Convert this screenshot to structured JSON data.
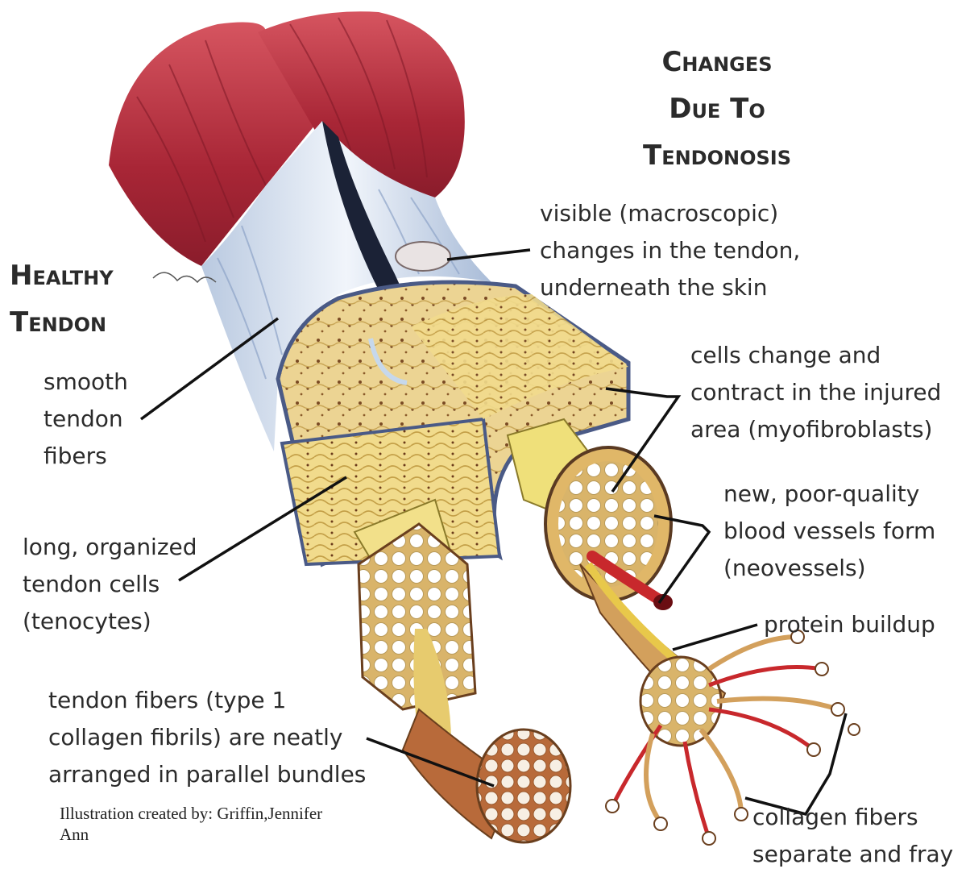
{
  "headings": {
    "changes": [
      "Changes",
      "Due To",
      "Tendonosis"
    ],
    "healthy": [
      "Healthy",
      "Tendon"
    ]
  },
  "labels": {
    "visible": [
      "visible (macroscopic)",
      "changes in the tendon,",
      "underneath the skin"
    ],
    "smooth": [
      "smooth",
      "tendon",
      "fibers"
    ],
    "cells_change": [
      "cells change and",
      "contract in the injured",
      "area (myofibroblasts)"
    ],
    "new_vessels": [
      "new, poor-quality",
      "blood vessels form",
      "(neovessels)"
    ],
    "long_cells": [
      "long, organized",
      "tendon cells",
      "(tenocytes)"
    ],
    "protein": "protein buildup",
    "tendon_fibers": [
      "tendon fibers (type 1",
      "collagen fibrils) are neatly",
      "arranged in parallel bundles"
    ],
    "collagen": [
      "collagen fibers",
      "separate and fray"
    ]
  },
  "credit": [
    "Illustration created by: Griffin,Jennifer",
    "Ann"
  ],
  "colors": {
    "muscle": "#b2323f",
    "tendon": "#dbe6f2",
    "tissue": "#e8cf8e",
    "sheath": "#4a5a86",
    "wedge": "#efe07a",
    "vessel": "#c8282c",
    "leader": "#111111"
  }
}
